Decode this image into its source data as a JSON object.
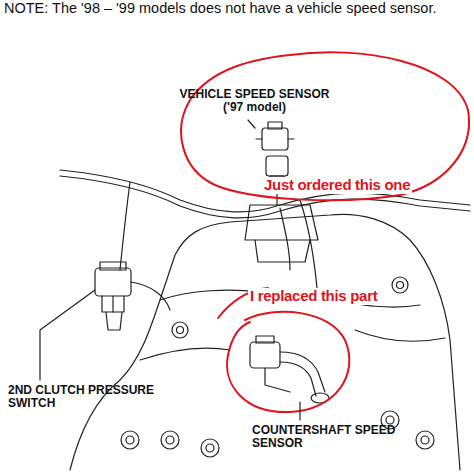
{
  "diagram": {
    "labels": [
      "NOTE: The '98 – '99 models does not have a vehicle speed sensor.",
      "VEHICLE SPEED SENSOR ('97 model)",
      "Just ordered this one",
      "I replaced this part",
      "2ND CLUTCH PRESSURE SWITCH",
      "COUNTERSHAFT SPEED SENSOR"
    ]
  }
}
